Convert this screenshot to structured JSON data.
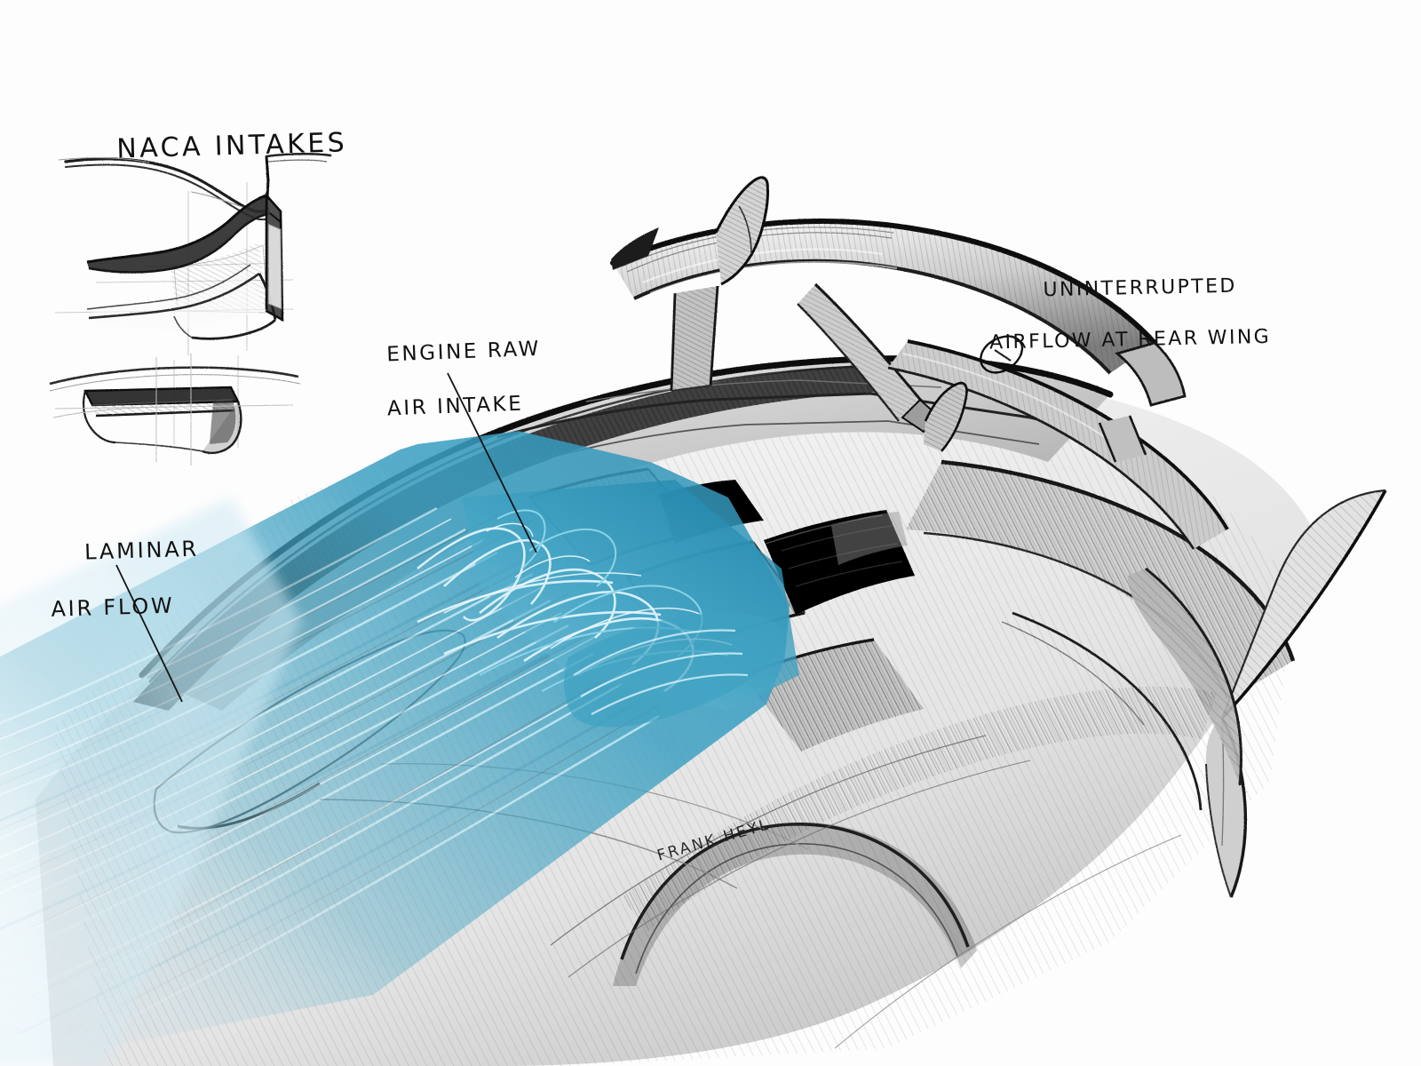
{
  "artwork": {
    "title": "Bugatti Bolide rear aerodynamics concept sketch",
    "medium": "pencil sketch with digital blue airflow overlay",
    "background_color": "#fdfdfd",
    "ink_color": "#111111",
    "airflow_color": "#4fa8c4",
    "airflow_highlight": "#bfe9f6",
    "signature": "FRANK HEYL"
  },
  "annotations": {
    "naca": {
      "line1": "NACA INTAKES"
    },
    "engine_intake": {
      "line1": "ENGINE RAW",
      "line2": "AIR INTAKE"
    },
    "uninterrupted": {
      "line1": "UNINTERRUPTED",
      "line2": "AIRFLOW AT REAR WING"
    },
    "laminar": {
      "line1": "LAMINAR",
      "line2": "AIR FLOW"
    }
  },
  "naca_study": {
    "views": [
      {
        "name": "side-profile-view"
      },
      {
        "name": "perspective-view"
      },
      {
        "name": "front-section-view"
      }
    ]
  },
  "car_features": [
    "rear-wing",
    "wing-endplate-fin",
    "wing-support-strut",
    "engine-cover",
    "engine-bay-vent",
    "roof-scoop-spine",
    "rear-diffuser-fin",
    "rear-wheel-arch",
    "naca-duct-inlet"
  ],
  "airflow": {
    "laminar_region": "left body flank",
    "turbulent_region": "engine cover intake"
  }
}
